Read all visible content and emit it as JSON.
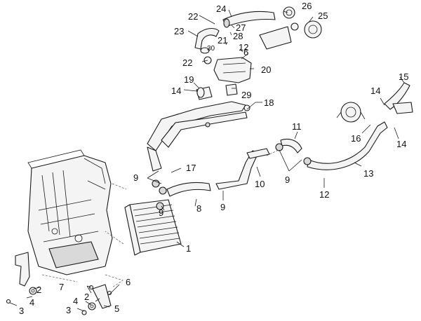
{
  "diagram": {
    "callouts": {
      "c1": "1",
      "c2a": "2",
      "c2b": "2",
      "c3a": "3",
      "c3b": "3",
      "c4a": "4",
      "c4b": "4",
      "c5": "5",
      "c6a": "6",
      "c6b": "6",
      "c7": "7",
      "c8": "8",
      "c9a": "9",
      "c9b": "9",
      "c9c": "9",
      "c9d": "9",
      "c10": "10",
      "c11": "11",
      "c12a": "12",
      "c12b": "12",
      "c13": "13",
      "c14a": "14",
      "c14b": "14",
      "c14c": "14",
      "c15": "15",
      "c16": "16",
      "c17": "17",
      "c18": "18",
      "c19": "19",
      "c20": "20",
      "c21": "21",
      "c22a": "22",
      "c22b": "22",
      "c23": "23",
      "c24": "24",
      "c25": "25",
      "c26": "26",
      "c27": "27",
      "c28": "28",
      "c29": "29",
      "c30": "30"
    }
  }
}
